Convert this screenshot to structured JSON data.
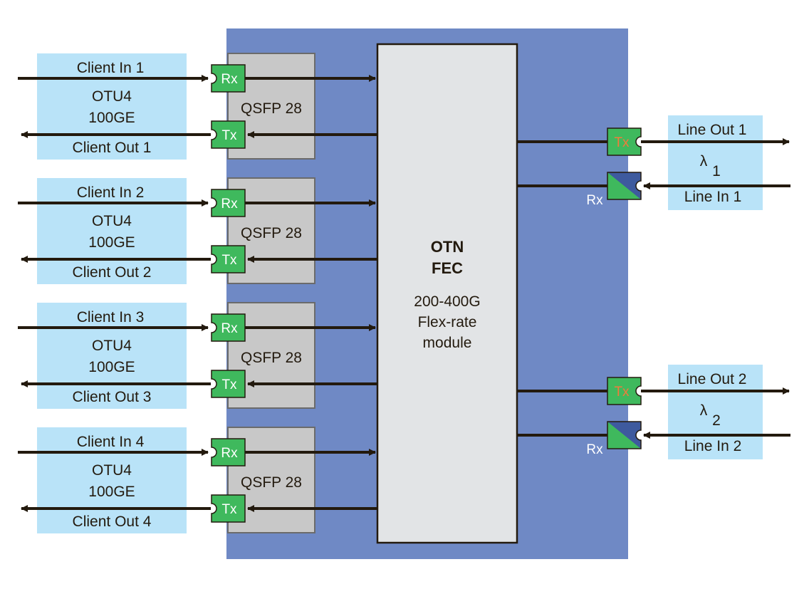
{
  "colors": {
    "chassis": "#6f89c5",
    "client_box": "#b9e3f8",
    "qsfp": "#c8c8c8",
    "module": "#e2e4e6",
    "port_green": "#3fb95d",
    "port_blue": "#3e5a9e",
    "line": "#231a0e",
    "tx_line_text": "#f07b3c",
    "rx_text": "#ffffff"
  },
  "module": {
    "title_1": "OTN",
    "title_2": "FEC",
    "line_1": "200-400G",
    "line_2": "Flex-rate",
    "line_3": "module"
  },
  "clients": [
    {
      "in_label": "Client In 1",
      "out_label": "Client Out 1",
      "protocol_1": "OTU4",
      "protocol_2": "100GE",
      "transceiver": "QSFP 28",
      "rx": "Rx",
      "tx": "Tx"
    },
    {
      "in_label": "Client In 2",
      "out_label": "Client Out 2",
      "protocol_1": "OTU4",
      "protocol_2": "100GE",
      "transceiver": "QSFP 28",
      "rx": "Rx",
      "tx": "Tx"
    },
    {
      "in_label": "Client In 3",
      "out_label": "Client Out 3",
      "protocol_1": "OTU4",
      "protocol_2": "100GE",
      "transceiver": "QSFP 28",
      "rx": "Rx",
      "tx": "Tx"
    },
    {
      "in_label": "Client In 4",
      "out_label": "Client Out 4",
      "protocol_1": "OTU4",
      "protocol_2": "100GE",
      "transceiver": "QSFP 28",
      "rx": "Rx",
      "tx": "Tx"
    }
  ],
  "lines": [
    {
      "out_label": "Line Out 1",
      "in_label": "Line In 1",
      "lambda": "λ",
      "lambda_sub": "1",
      "tx": "Tx",
      "rx": "Rx"
    },
    {
      "out_label": "Line Out 2",
      "in_label": "Line In 2",
      "lambda": "λ",
      "lambda_sub": "2",
      "tx": "Tx",
      "rx": "Rx"
    }
  ]
}
